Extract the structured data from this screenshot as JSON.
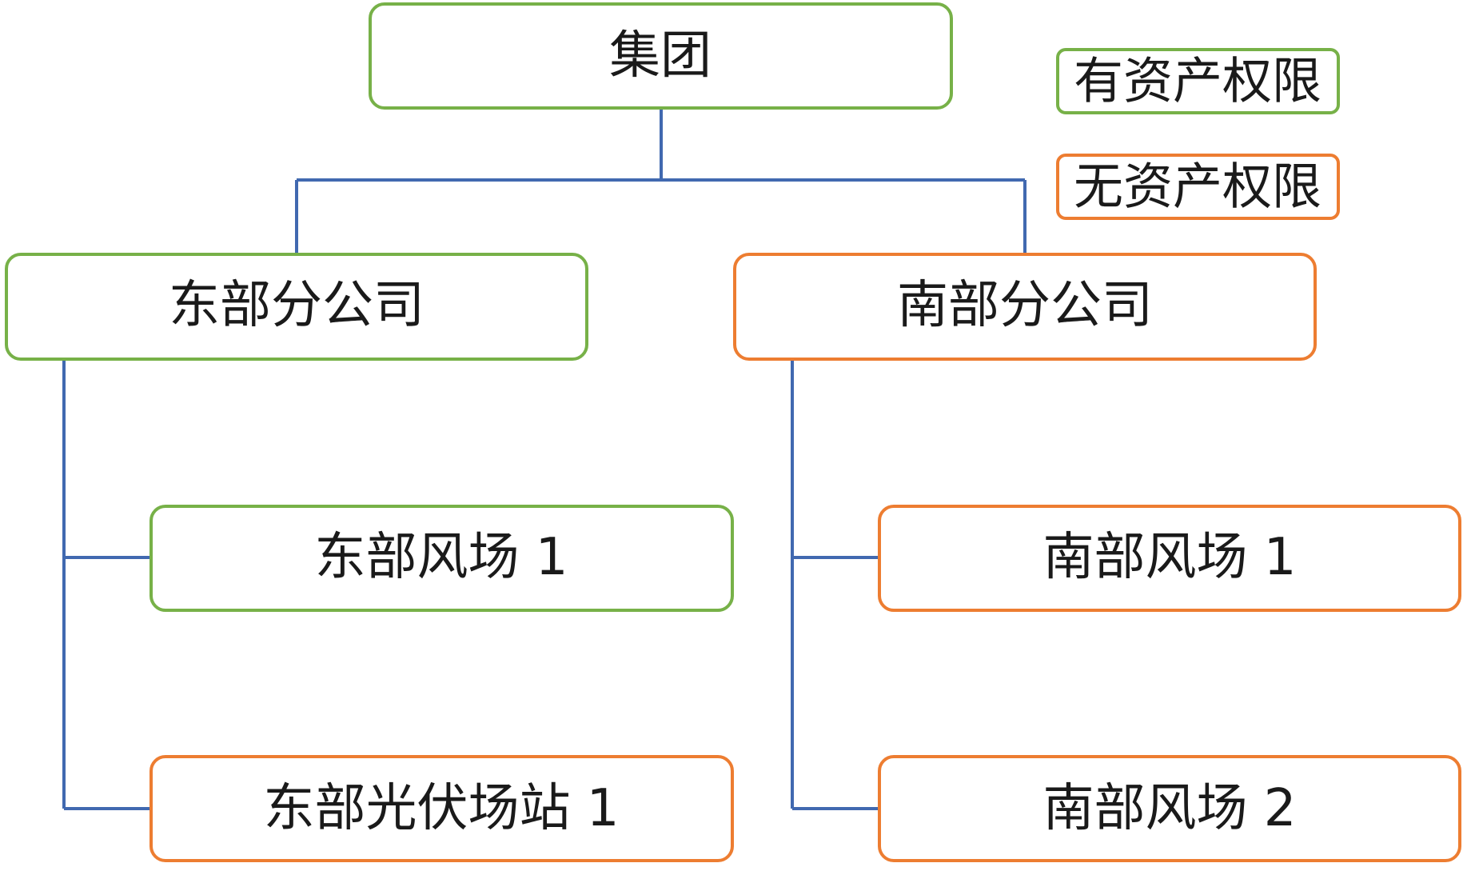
{
  "colors": {
    "has_access": "#77b148",
    "no_access": "#ed7d31",
    "connector": "#4169b0",
    "text": "#1a1a1a"
  },
  "nodes": {
    "group": {
      "label": "集团",
      "access": "has_access"
    },
    "east_branch": {
      "label": "东部分公司",
      "access": "has_access"
    },
    "south_branch": {
      "label": "南部分公司",
      "access": "no_access"
    },
    "east_wind_1": {
      "label": "东部风场 1",
      "access": "has_access"
    },
    "east_pv_1": {
      "label": "东部光伏场站 1",
      "access": "no_access"
    },
    "south_wind_1": {
      "label": "南部风场 1",
      "access": "no_access"
    },
    "south_wind_2": {
      "label": "南部风场 2",
      "access": "no_access"
    }
  },
  "legend": {
    "has_access": "有资产权限",
    "no_access": "无资产权限"
  }
}
